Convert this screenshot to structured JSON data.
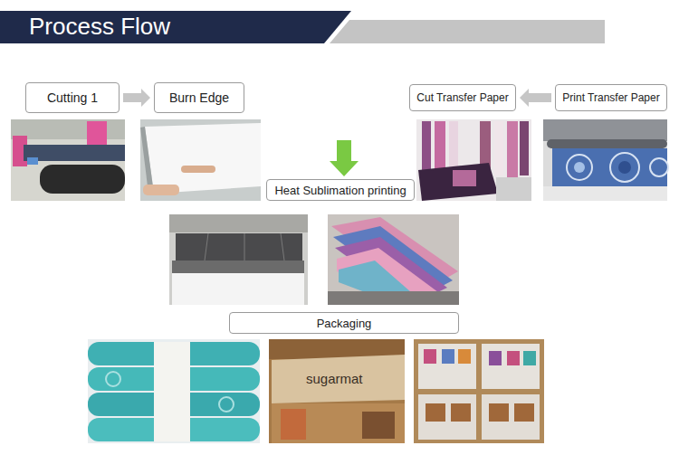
{
  "diagram": {
    "title": "Process Flow",
    "nodes": [
      {
        "text": [
          "Cutting 1"
        ]
      },
      {
        "text": [
          "Burn Edge"
        ]
      },
      {
        "text": [
          "Cut Transfer Paper"
        ]
      },
      {
        "text": [
          "Print Transfer Paper"
        ]
      },
      {
        "text": [
          "Heat Sublimation printing"
        ]
      },
      {
        "text": [
          "Packaging"
        ]
      }
    ],
    "edges": [
      {
        "from": 0,
        "to": 1,
        "arrow": "to"
      },
      {
        "from": 3,
        "to": 2,
        "arrow": "to"
      }
    ],
    "labels": [
      "sugarmat"
    ]
  }
}
